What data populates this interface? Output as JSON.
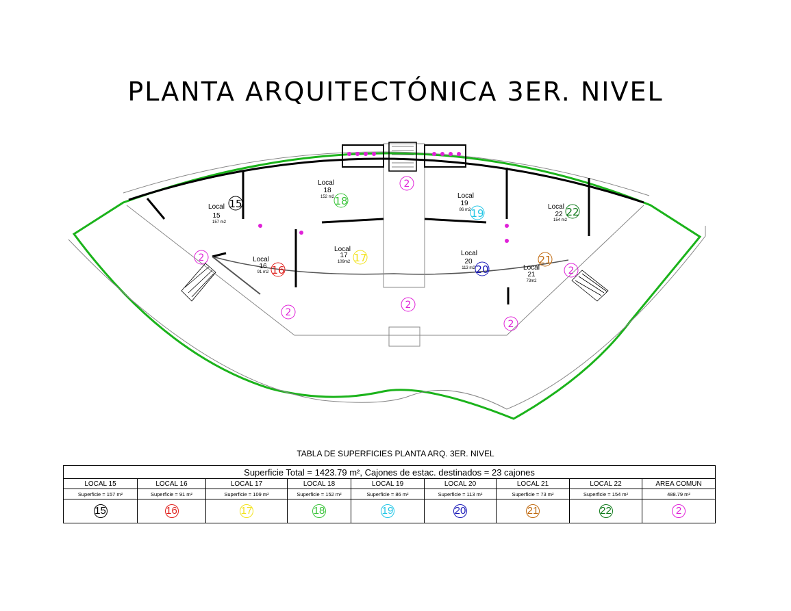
{
  "title": "PLANTA ARQUITECTÓNICA 3ER. NIVEL",
  "colors": {
    "15": "#000000",
    "16": "#e0201c",
    "17": "#f2e21a",
    "18": "#3bc43b",
    "19": "#22c6e6",
    "20": "#1a1ab8",
    "21": "#c06a10",
    "22": "#0f7a1a",
    "2": "#e022d8",
    "outline": "#1bb31b",
    "fixtures": "#e022d8"
  },
  "plan": {
    "locals": [
      {
        "id": "15",
        "word": "Local",
        "num": "15",
        "area": "157 m2"
      },
      {
        "id": "16",
        "word": "Local",
        "num": "16",
        "area": "91 m2"
      },
      {
        "id": "17",
        "word": "Local",
        "num": "17",
        "area": "109m2"
      },
      {
        "id": "18",
        "word": "Local",
        "num": "18",
        "area": "152 m2"
      },
      {
        "id": "19",
        "word": "Local",
        "num": "19",
        "area": "86 m2"
      },
      {
        "id": "20",
        "word": "Local",
        "num": "20",
        "area": "113 m2"
      },
      {
        "id": "21",
        "word": "Local",
        "num": "21",
        "area": "73m2"
      },
      {
        "id": "22",
        "word": "Local",
        "num": "22",
        "area": "154 m2"
      }
    ],
    "common_marker": "2"
  },
  "table": {
    "title": "TABLA DE SUPERFICIES PLANTA ARQ. 3ER. NIVEL",
    "total": "Superficie Total = 1423.79 m², Cajones de estac. destinados = 23 cajones",
    "columns": [
      {
        "name": "LOCAL 15",
        "area": "Superficie = 157 m²",
        "code": "15"
      },
      {
        "name": "LOCAL 16",
        "area": "Superficie = 91 m²",
        "code": "16"
      },
      {
        "name": "LOCAL 17",
        "area": "Superficie = 109 m²",
        "code": "17"
      },
      {
        "name": "LOCAL 18",
        "area": "Superficie = 152 m²",
        "code": "18"
      },
      {
        "name": "LOCAL 19",
        "area": "Superficie = 86 m²",
        "code": "19"
      },
      {
        "name": "LOCAL 20",
        "area": "Superficie = 113 m²",
        "code": "20"
      },
      {
        "name": "LOCAL 21",
        "area": "Superficie = 73 m²",
        "code": "21"
      },
      {
        "name": "LOCAL 22",
        "area": "Superficie = 154 m²",
        "code": "22"
      },
      {
        "name": "AREA COMUN",
        "area": "488.79 m²",
        "code": "2"
      }
    ]
  }
}
